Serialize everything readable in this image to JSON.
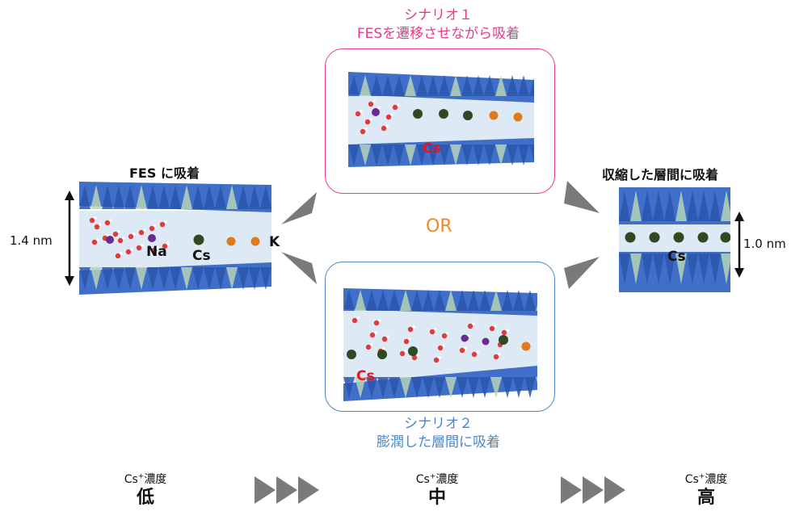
{
  "scenario1": {
    "title_line1": "シナリオ１",
    "title_line2": "FESを遷移させながら吸着",
    "color": "#e8398a",
    "cs_label": "Cs"
  },
  "scenario2": {
    "title_line1": "シナリオ２",
    "title_line2": "膨潤した層間に吸着",
    "color": "#4a86c8",
    "cs_label": "Cs"
  },
  "left": {
    "title": "FES に吸着",
    "distance": "1.4 nm",
    "labels": {
      "na": "Na",
      "cs": "Cs",
      "k": "K"
    }
  },
  "right": {
    "title": "収縮した層間に吸着",
    "distance": "1.0 nm",
    "cs_label": "Cs"
  },
  "or_text": "OR",
  "or_color": "#e88a2e",
  "concentration": [
    {
      "prefix": "Cs",
      "sup": "+",
      "suffix": "濃度",
      "level": "低"
    },
    {
      "prefix": "Cs",
      "sup": "+",
      "suffix": "濃度",
      "level": "中"
    },
    {
      "prefix": "Cs",
      "sup": "+",
      "suffix": "濃度",
      "level": "高"
    }
  ],
  "colors": {
    "layer_blue": "#3f6fc9",
    "layer_green": "#b7d3b6",
    "water_bg": "#dde9f4",
    "cs_atom": "#2f4a22",
    "k_atom": "#e07a1c",
    "na_atom": "#6a2b8f",
    "arrow_gray": "#7a7a7a"
  }
}
